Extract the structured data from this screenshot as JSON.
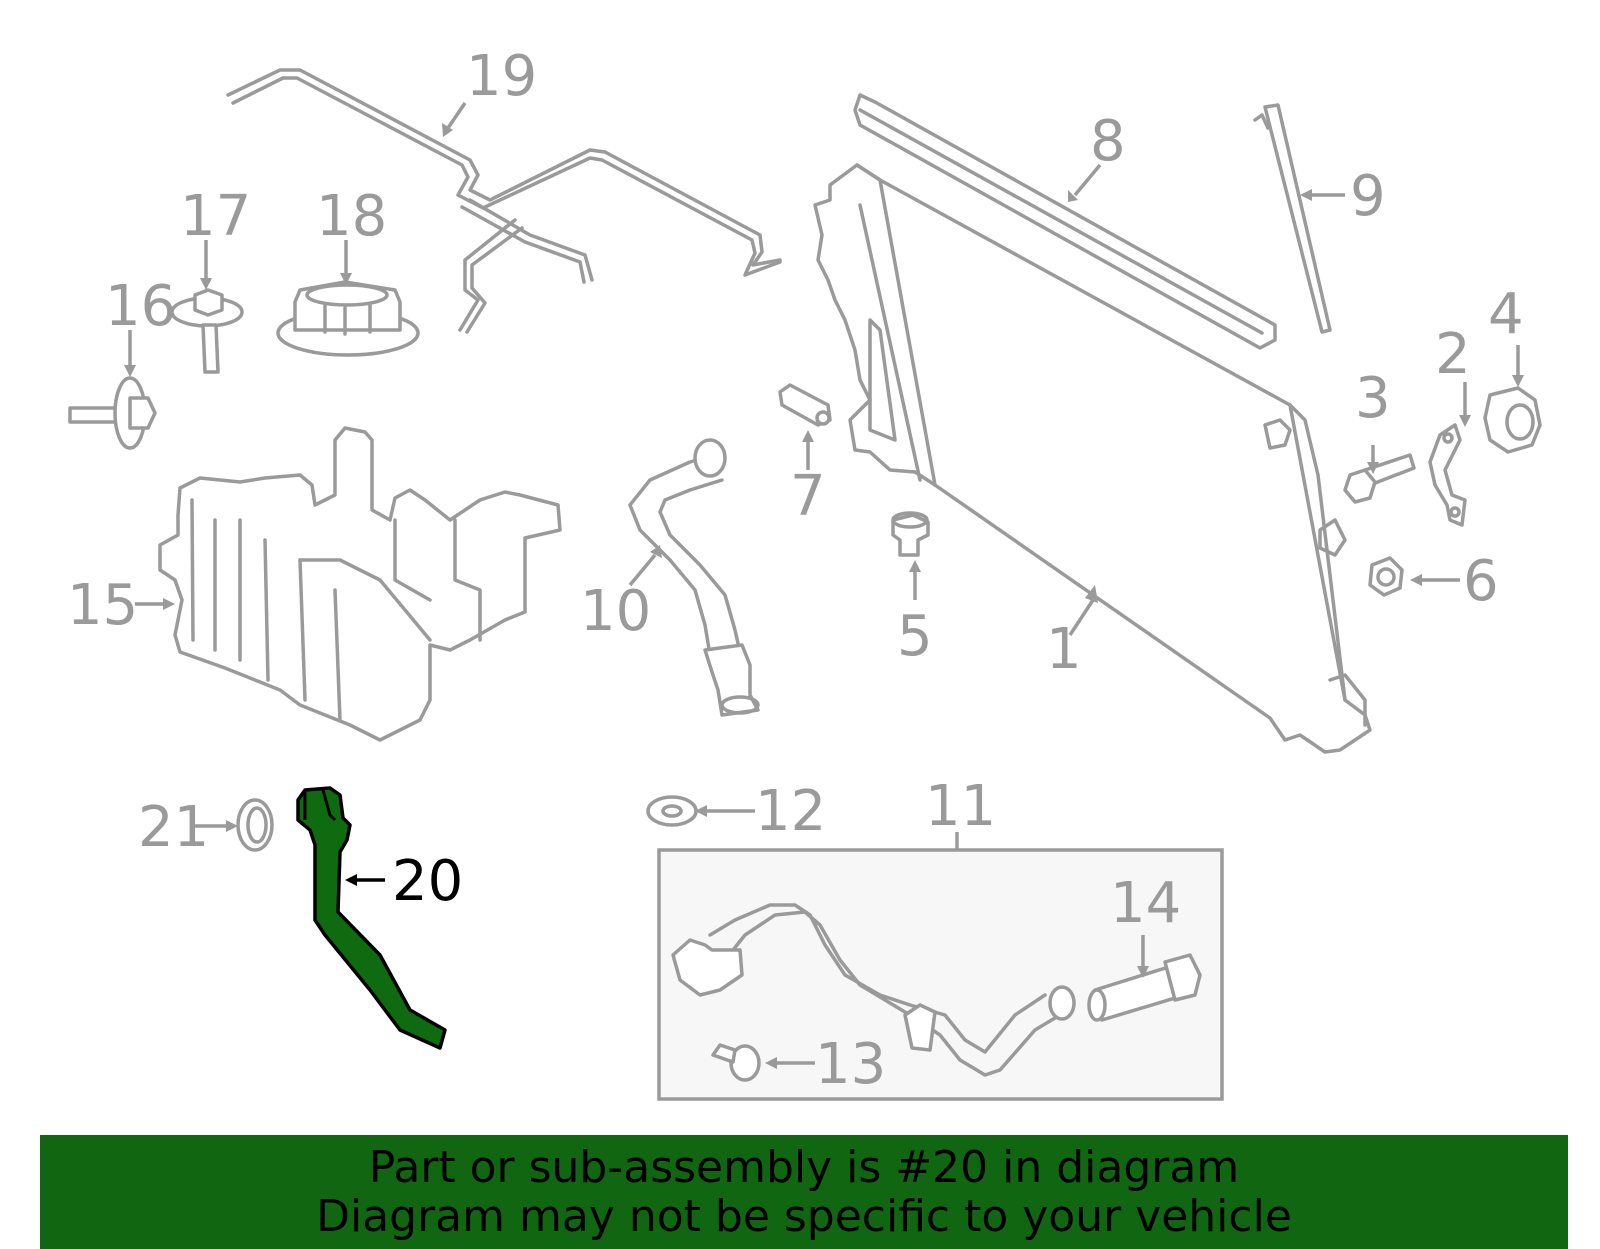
{
  "colors": {
    "part_outline": "#9a9a9a",
    "highlight_part_fill": "#0f6b0f",
    "highlight_outline": "#000000",
    "banner_background": "#116611",
    "subassembly_box_fill": "#f7f7f7"
  },
  "callouts": {
    "c1": "1",
    "c2": "2",
    "c3": "3",
    "c4": "4",
    "c5": "5",
    "c6": "6",
    "c7": "7",
    "c8": "8",
    "c9": "9",
    "c10": "10",
    "c11": "11",
    "c12": "12",
    "c13": "13",
    "c14": "14",
    "c15": "15",
    "c16": "16",
    "c17": "17",
    "c18": "18",
    "c19": "19",
    "c20": "20",
    "c21": "21"
  },
  "highlighted_callout": "20",
  "banner": {
    "line1": "Part or sub-assembly is #20 in diagram",
    "line2": "Diagram may not be specific to your vehicle"
  }
}
